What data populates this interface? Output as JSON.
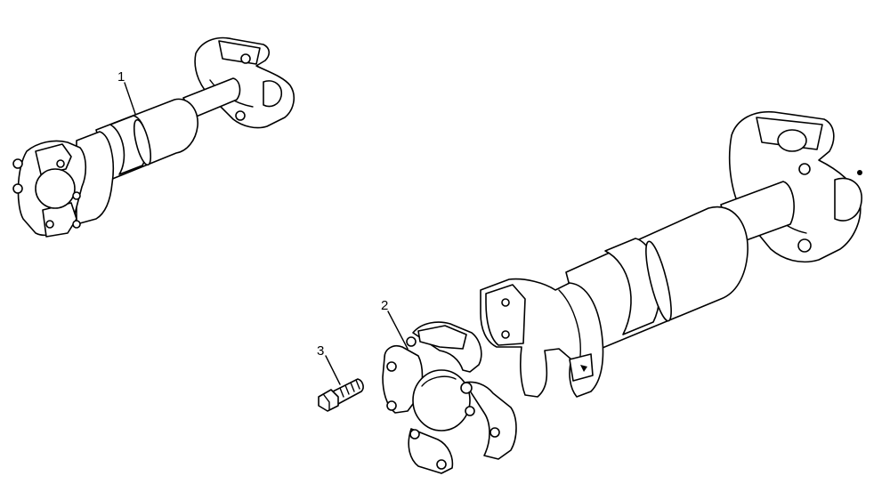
{
  "callouts": {
    "item1": "1",
    "item2": "2",
    "item3": "3"
  }
}
